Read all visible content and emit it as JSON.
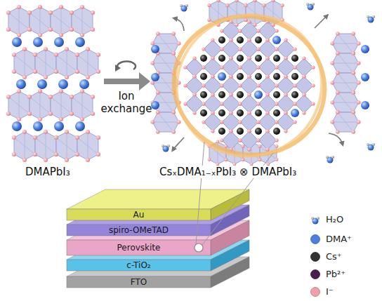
{
  "diagram": {
    "nodes": [
      {
        "text": [
          "Au"
        ]
      },
      {
        "text": [
          "spiro-OMeTAD"
        ]
      },
      {
        "text": [
          "Perovskite"
        ]
      },
      {
        "text": [
          "c-TiO₂"
        ]
      },
      {
        "text": [
          "FTO"
        ]
      }
    ],
    "labels": [
      "DMAPbI₃",
      "Ion exchange",
      "CsₓDMA₁₋ₓPbI₃ ⊗ DMAPbI₃"
    ],
    "legend": [
      {
        "text": "H₂O"
      },
      {
        "text": "DMA⁺",
        "color": "#4a7fe0"
      },
      {
        "text": "Cs⁺",
        "color": "#333333"
      },
      {
        "text": "Pb²⁺",
        "color": "#4b1c50"
      },
      {
        "text": "I⁻",
        "color": "#f2a0a8"
      }
    ]
  }
}
